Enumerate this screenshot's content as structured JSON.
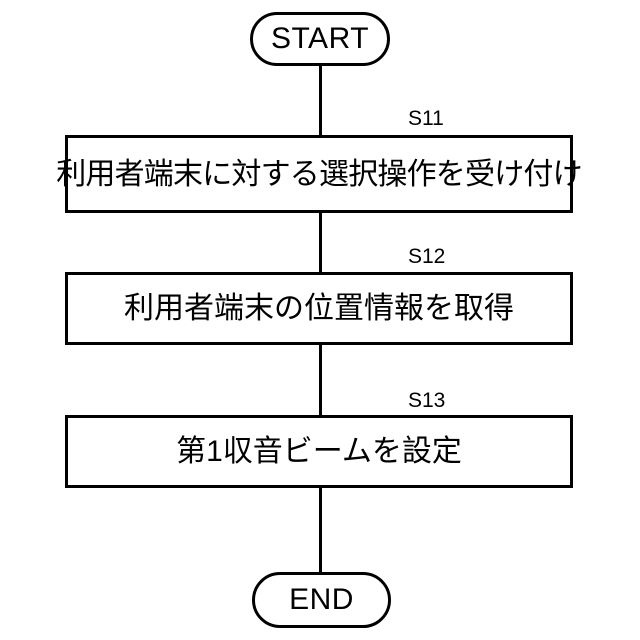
{
  "diagram": {
    "title": "Flowchart",
    "background_color": "#ffffff",
    "stroke_color": "#000000",
    "nodes": {
      "start": {
        "label": "START",
        "shape": "terminator"
      },
      "end": {
        "label": "END",
        "shape": "terminator"
      },
      "s11": {
        "step_label": "S11",
        "text": "利用者端末に対する選択操作を受け付け",
        "shape": "process"
      },
      "s12": {
        "step_label": "S12",
        "text": "利用者端末の位置情報を取得",
        "shape": "process"
      },
      "s13": {
        "step_label": "S13",
        "text": "第1収音ビームを設定",
        "shape": "process"
      }
    }
  }
}
